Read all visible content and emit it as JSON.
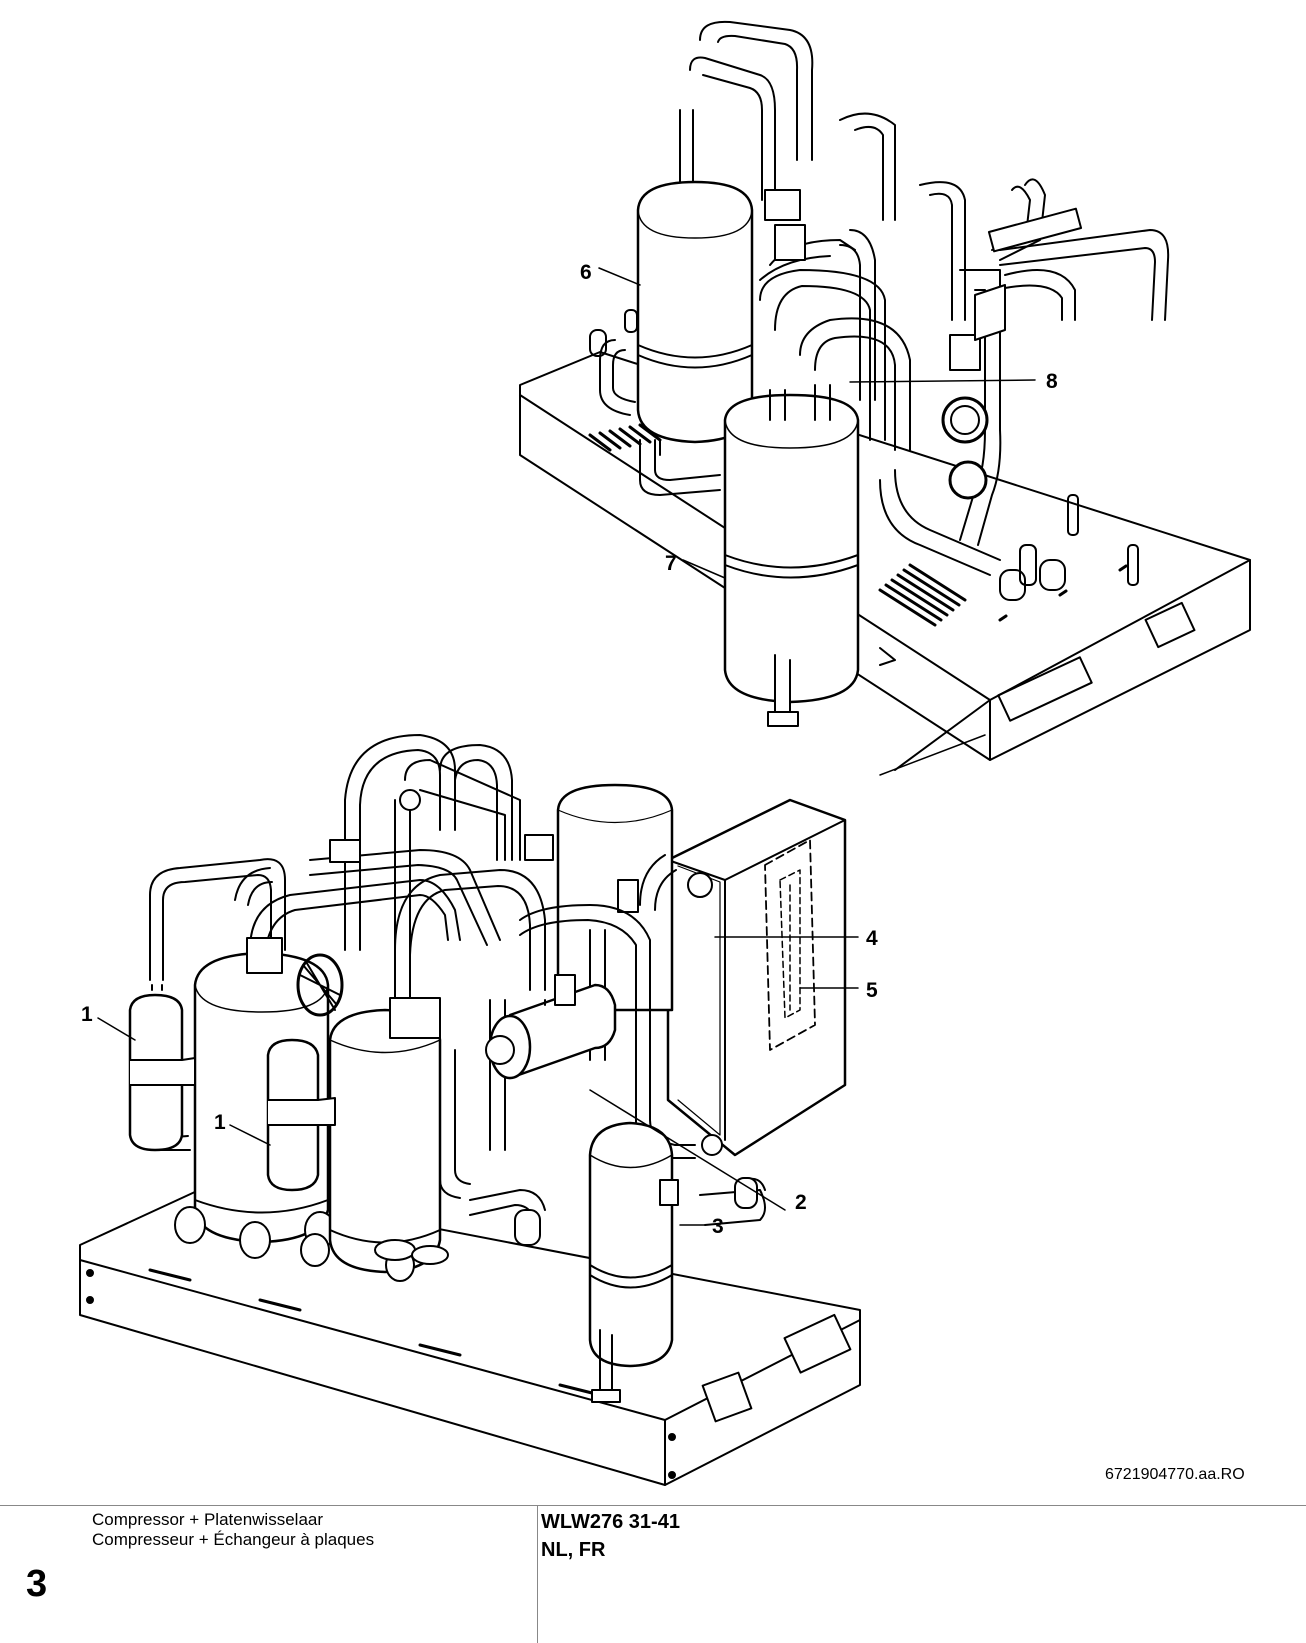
{
  "drawing": {
    "callouts": [
      "1",
      "1",
      "2",
      "3",
      "4",
      "5",
      "6",
      "7",
      "8"
    ],
    "document_id": "6721904770.aa.RO"
  },
  "footer": {
    "caption_nl": "Compressor + Platenwisselaar",
    "caption_fr": "Compresseur + Échangeur à plaques",
    "page_number": "3",
    "model": "WLW276 31-41",
    "languages": "NL, FR"
  }
}
